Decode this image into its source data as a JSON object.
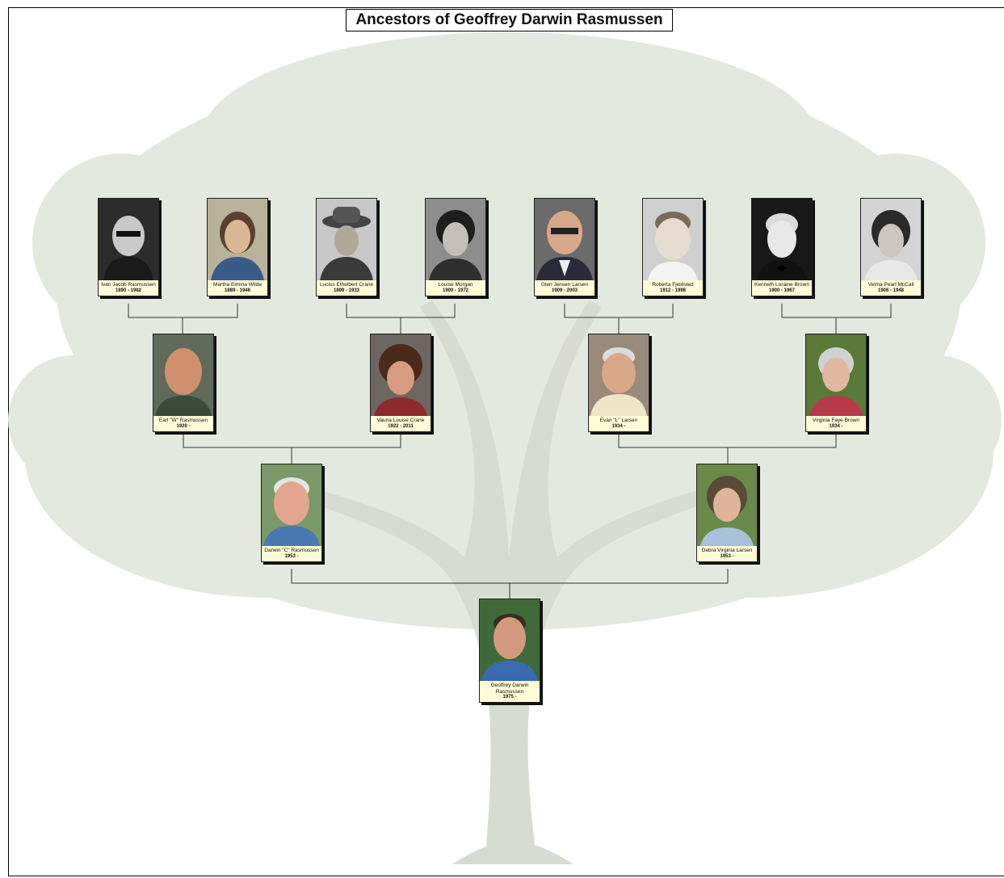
{
  "title": "Ancestors of Geoffrey Darwin Rasmussen",
  "people": [
    {
      "name": "Ivan Jacob Rasmussen",
      "dates": "1890 - 1982",
      "generation": 3
    },
    {
      "name": "Martha Elmina Wilde",
      "dates": "1889 - 1946",
      "generation": 3
    },
    {
      "name": "Lucius Ethelbert Crane",
      "dates": "1899 - 1933",
      "generation": 3
    },
    {
      "name": "Louise Morgan",
      "dates": "1900 - 1972",
      "generation": 3
    },
    {
      "name": "Glen Jensen Larsen",
      "dates": "1909 - 2003",
      "generation": 3
    },
    {
      "name": "Roberta Fjeldsted",
      "dates": "1912 - 1998",
      "generation": 3
    },
    {
      "name": "Kenneth Loraine Brown",
      "dates": "1900 - 1967",
      "generation": 3
    },
    {
      "name": "Velma Pearl McCall",
      "dates": "1906 - 1948",
      "generation": 3
    },
    {
      "name": "Earl \"W\" Rasmussen",
      "dates": "1920 -",
      "generation": 2
    },
    {
      "name": "Vauna Louise Crane",
      "dates": "1922 - 2011",
      "generation": 2
    },
    {
      "name": "Evan \"L\" Larsen",
      "dates": "1934 -",
      "generation": 2
    },
    {
      "name": "Virginia Faye Brown",
      "dates": "1934 -",
      "generation": 2
    },
    {
      "name": "Darwin \"C\" Rasmussen",
      "dates": "1953 -",
      "generation": 1
    },
    {
      "name": "Debra Virginia Larsen",
      "dates": "1953 -",
      "generation": 1
    },
    {
      "name": "Geoffrey Darwin Rasmussen",
      "dates": "1975 -",
      "generation": 0
    }
  ],
  "colors": {
    "card_bg": "#fefcd6",
    "tree_tint": "#dfe6d6",
    "line": "#333333"
  }
}
